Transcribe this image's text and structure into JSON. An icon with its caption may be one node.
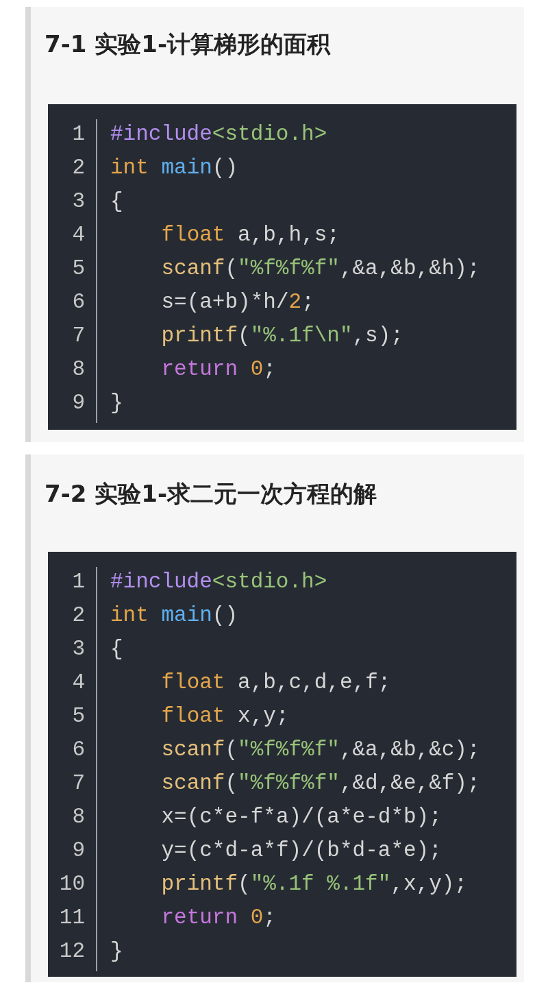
{
  "diagram": {
    "nodes": [
      {
        "text": [
          "7-1 实验1-计算梯形的面积"
        ]
      },
      {
        "text": [
          "1",
          "#include<stdio.h>",
          "2",
          "int main()",
          "3",
          "{",
          "4",
          "    float a,b,h,s;",
          "5",
          "    scanf(\"%f%f%f\",&a,&b,&h);",
          "6",
          "    s=(a+b)*h/2;",
          "7",
          "    printf(\"%.1f\\n\",s);",
          "8",
          "    return 0;",
          "9",
          "}"
        ],
        "in": 0
      },
      {
        "text": [
          "7-2 实验1-求二元一次方程的解"
        ]
      },
      {
        "text": [
          "1",
          "#include<stdio.h>",
          "2",
          "int main()",
          "3",
          "{",
          "4",
          "    float a,b,c,d,e,f;",
          "5",
          "    float x,y;",
          "6",
          "    scanf(\"%f%f%f\",&a,&b,&c);",
          "7",
          "    scanf(\"%f%f%f\",&d,&e,&f);",
          "8",
          "    x=(c*e-f*a)/(a*e-d*b);",
          "9",
          "    y=(c*d-a*f)/(b*d-a*e);",
          "10",
          "    printf(\"%.1f %.1f\",x,y);",
          "11",
          "    return 0;",
          "12",
          "}"
        ],
        "in": 2
      }
    ]
  }
}
